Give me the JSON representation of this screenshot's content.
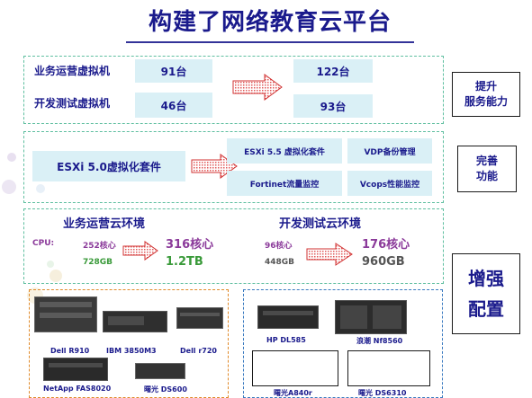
{
  "title": "构建了网络教育云平台",
  "vm_section": {
    "rows": [
      {
        "label": "业务运营虚拟机",
        "before": "91台",
        "after": "122台"
      },
      {
        "label": "开发测试虚拟机",
        "before": "46台",
        "after": "93台"
      }
    ],
    "side_label_line1": "提升",
    "side_label_line2": "服务能力"
  },
  "func_section": {
    "source": "ESXi 5.0虚拟化套件",
    "targets": [
      "ESXi 5.5 虚拟化套件",
      "VDP备份管理",
      "Fortinet流量监控",
      "Vcops性能监控"
    ],
    "side_label_line1": "完善",
    "side_label_line2": "功能"
  },
  "config_section": {
    "biz": {
      "title": "业务运营云环境",
      "cpu_label": "CPU:",
      "cpu_before": "252核心",
      "cpu_after": "316核心",
      "mem_before": "728GB",
      "mem_after": "1.2TB"
    },
    "dev": {
      "title": "开发测试云环境",
      "cpu_before": "96核心",
      "cpu_after": "176核心",
      "mem_before": "448GB",
      "mem_after": "960GB"
    },
    "side_label_line1": "增强",
    "side_label_line2": "配置"
  },
  "hardware_left": [
    "Dell R910",
    "IBM 3850M3",
    "Dell r720",
    "NetApp FAS8020",
    "曙光 DS600"
  ],
  "hardware_right": [
    "HP DL585",
    "浪潮 Nf8560",
    "曙光A840r",
    "曙光 DS6310"
  ],
  "colors": {
    "title": "#1a1a8c",
    "pill_bg": "#daf0f6",
    "dash": "#5fbfa0",
    "accent_purple": "#8b3a9a",
    "accent_green": "#3a9a3a",
    "arrow_red": "#d03030"
  }
}
